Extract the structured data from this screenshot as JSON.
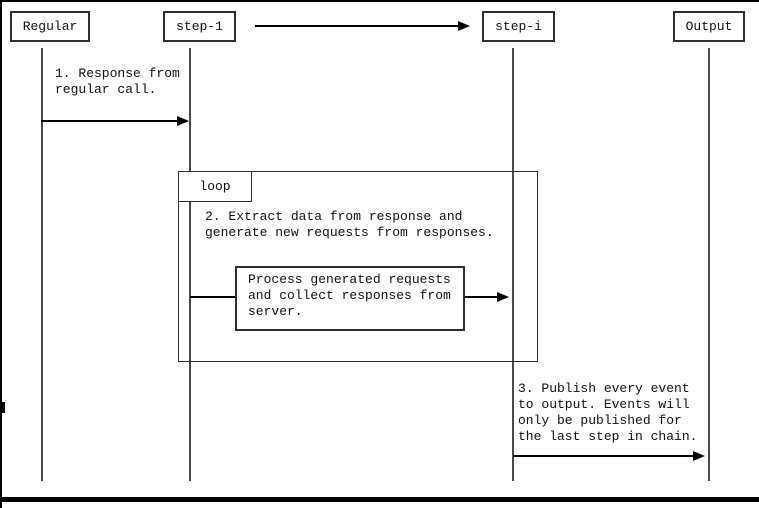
{
  "colors": {
    "background": "#ffffff",
    "line": "#000000",
    "border": "#2f2f2f",
    "lifeline": "#4a4a4a",
    "text": "#111111"
  },
  "diagram": {
    "type": "uml-sequence-diagram",
    "participants": [
      {
        "label": "Regular"
      },
      {
        "label": "step-1"
      },
      {
        "label": "step-i"
      },
      {
        "label": "Output"
      }
    ],
    "fragment": {
      "label": "loop"
    },
    "messages": {
      "msg1": "1. Response from\nregular call.",
      "msg2": "2. Extract data from response and\ngenerate new requests from responses.",
      "process": "Process generated requests\nand collect responses from\nserver.",
      "msg3": "3. Publish every event\nto output. Events will\nonly be published for\nthe last step in chain."
    }
  }
}
